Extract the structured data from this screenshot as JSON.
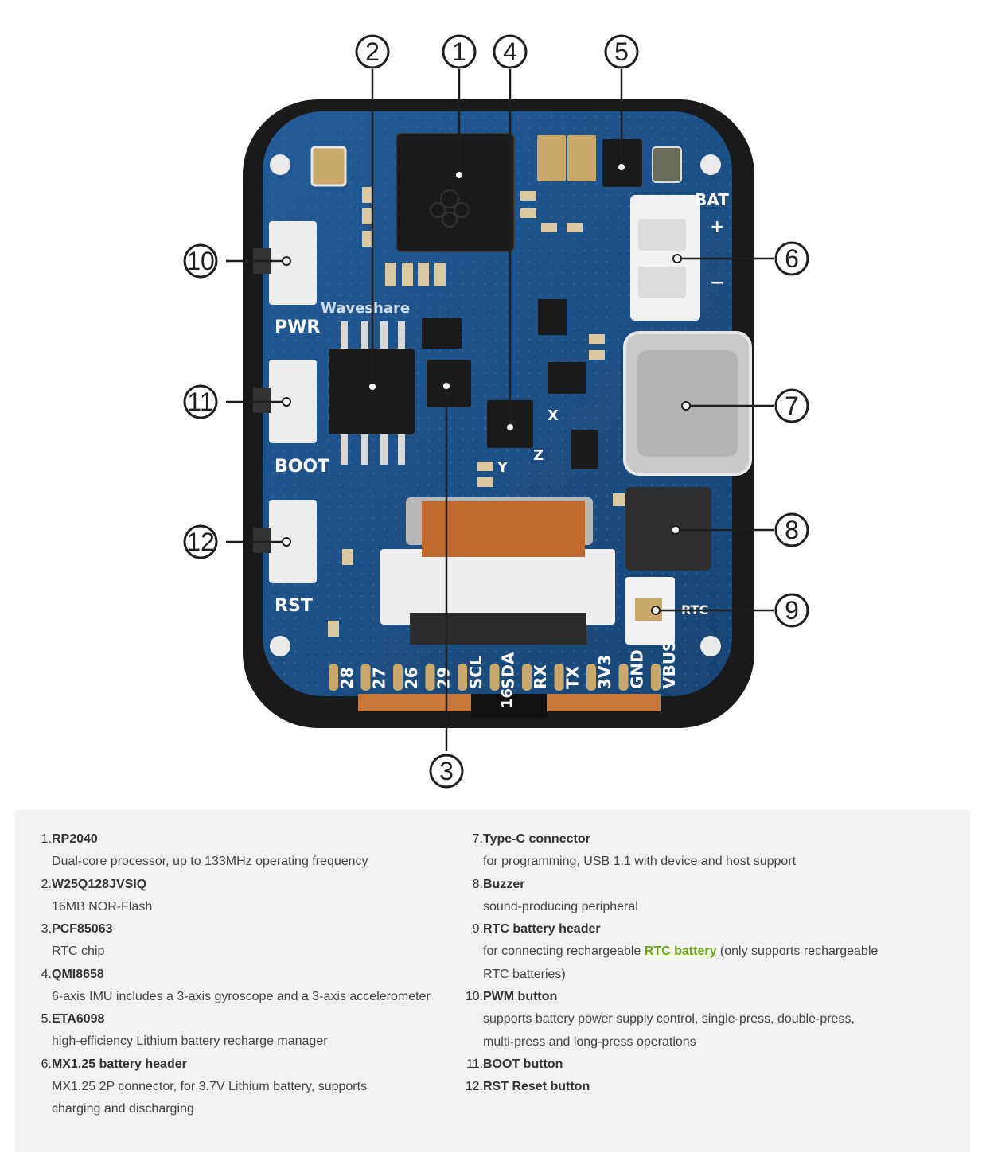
{
  "board": {
    "brand": "Waveshare",
    "silkscreen": {
      "bat": "BAT",
      "plus": "+",
      "minus": "−",
      "pwr": "PWR",
      "boot": "BOOT",
      "rst": "RST",
      "rtc": "RTC",
      "x": "X",
      "y": "Y",
      "z": "Z",
      "pins": [
        "28",
        "27",
        "26",
        "29",
        "SCL",
        "SDA",
        "RX",
        "TX",
        "3V3",
        "GND",
        "VBUS"
      ],
      "cable": "16"
    },
    "callouts": [
      "1",
      "2",
      "3",
      "4",
      "5",
      "6",
      "7",
      "8",
      "9",
      "10",
      "11",
      "12"
    ]
  },
  "legend": {
    "left": [
      {
        "num": "1.",
        "title": "RP2040",
        "desc": "Dual-core processor, up to 133MHz operating frequency"
      },
      {
        "num": "2.",
        "title": "W25Q128JVSIQ",
        "desc": "16MB NOR-Flash"
      },
      {
        "num": "3.",
        "title": "PCF85063",
        "desc": "RTC chip"
      },
      {
        "num": "4.",
        "title": "QMI8658",
        "desc": "6-axis IMU includes a 3-axis gyroscope and a 3-axis accelerometer"
      },
      {
        "num": "5.",
        "title": "ETA6098",
        "desc": "high-efficiency Lithium battery recharge manager"
      },
      {
        "num": "6.",
        "title": "MX1.25 battery header",
        "desc": "MX1.25 2P connector, for 3.7V Lithium battery, supports charging and discharging"
      }
    ],
    "right": [
      {
        "num": "7.",
        "title": "Type-C connector",
        "desc": "for programming, USB 1.1 with device and host support"
      },
      {
        "num": "8.",
        "title": "Buzzer",
        "desc": "sound-producing peripheral"
      },
      {
        "num": "9.",
        "title": "RTC battery header",
        "desc_pre": "for connecting rechargeable ",
        "link": "RTC battery",
        "desc_post": " (only supports rechargeable RTC batteries)"
      },
      {
        "num": "10.",
        "title": "PWM button",
        "desc": "supports battery power supply control, single-press, double-press, multi-press and long-press operations"
      },
      {
        "num": "11.",
        "title": "BOOT button",
        "desc": ""
      },
      {
        "num": "12.",
        "title": "RST Reset button",
        "desc": ""
      }
    ]
  },
  "colors": {
    "pcb": "#1d4f86",
    "frame": "#1a1a1a",
    "legend_bg": "#f2f2f2",
    "link": "#6aa617"
  }
}
